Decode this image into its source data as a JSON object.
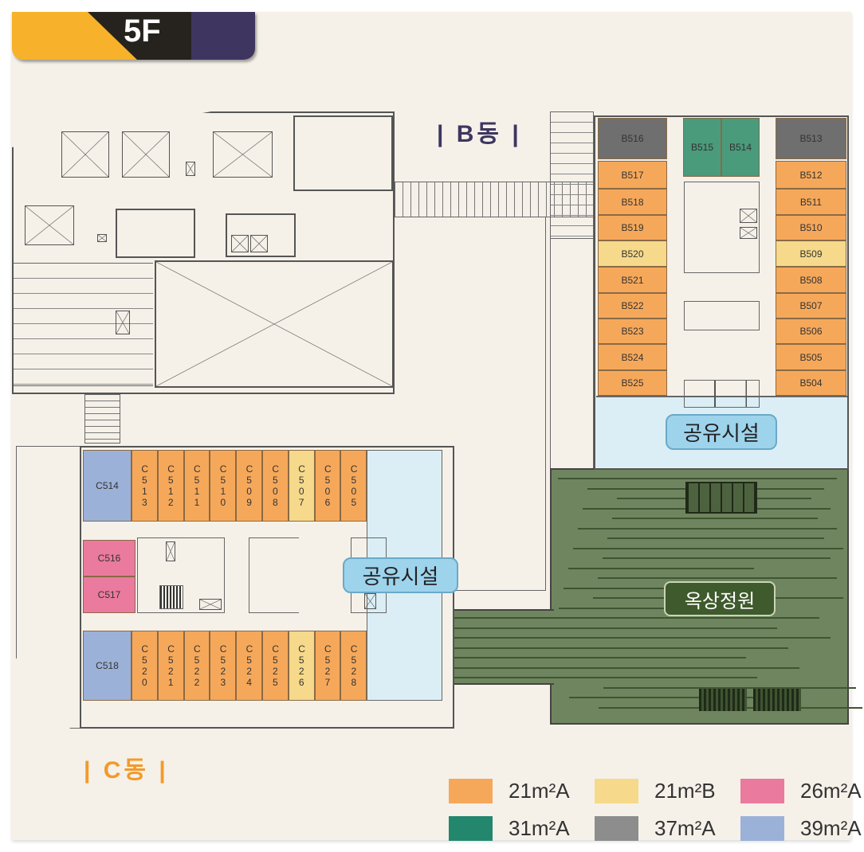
{
  "floor": "5F",
  "wings": {
    "b": "| B동 |",
    "c": "| C동 |"
  },
  "shared_label": "공유시설",
  "garden_label": "옥상정원",
  "legend": [
    {
      "id": "21A",
      "label": "21m²A",
      "color": "#f6a85a"
    },
    {
      "id": "21B",
      "label": "21m²B",
      "color": "#f6d98a"
    },
    {
      "id": "26A",
      "label": "26m²A",
      "color": "#ea7a9e"
    },
    {
      "id": "31A",
      "label": "31m²A",
      "color": "#23876d"
    },
    {
      "id": "37A",
      "label": "37m²A",
      "color": "#8c8d8c"
    },
    {
      "id": "39A",
      "label": "39m²A",
      "color": "#9cb1d8"
    }
  ],
  "room_colors": {
    "21A": "#f6a85a",
    "21B": "#f6d98a",
    "26A": "#ea7a9e",
    "31A": "#4a9a7c",
    "37A": "#6f6f6f",
    "39A": "#9cb1d8"
  },
  "b_wing": {
    "top": [
      {
        "name": "B516",
        "type": "37A"
      },
      {
        "name": "B515",
        "type": "31A"
      },
      {
        "name": "B514",
        "type": "31A"
      },
      {
        "name": "B513",
        "type": "37A"
      }
    ],
    "left": [
      {
        "name": "B517",
        "type": "21A"
      },
      {
        "name": "B518",
        "type": "21A"
      },
      {
        "name": "B519",
        "type": "21A"
      },
      {
        "name": "B520",
        "type": "21B"
      },
      {
        "name": "B521",
        "type": "21A"
      },
      {
        "name": "B522",
        "type": "21A"
      },
      {
        "name": "B523",
        "type": "21A"
      },
      {
        "name": "B524",
        "type": "21A"
      },
      {
        "name": "B525",
        "type": "21A"
      }
    ],
    "right": [
      {
        "name": "B512",
        "type": "21A"
      },
      {
        "name": "B511",
        "type": "21A"
      },
      {
        "name": "B510",
        "type": "21A"
      },
      {
        "name": "B509",
        "type": "21B"
      },
      {
        "name": "B508",
        "type": "21A"
      },
      {
        "name": "B507",
        "type": "21A"
      },
      {
        "name": "B506",
        "type": "21A"
      },
      {
        "name": "B505",
        "type": "21A"
      },
      {
        "name": "B504",
        "type": "21A"
      }
    ]
  },
  "c_wing": {
    "top_end": {
      "name": "C514",
      "type": "39A"
    },
    "top": [
      {
        "name": "C513",
        "type": "21A"
      },
      {
        "name": "C512",
        "type": "21A"
      },
      {
        "name": "C511",
        "type": "21A"
      },
      {
        "name": "C510",
        "type": "21A"
      },
      {
        "name": "C509",
        "type": "21A"
      },
      {
        "name": "C508",
        "type": "21A"
      },
      {
        "name": "C507",
        "type": "21B"
      },
      {
        "name": "C506",
        "type": "21A"
      },
      {
        "name": "C505",
        "type": "21A"
      }
    ],
    "middle": [
      {
        "name": "C516",
        "type": "26A"
      },
      {
        "name": "C517",
        "type": "26A"
      }
    ],
    "bottom_end": {
      "name": "C518",
      "type": "39A"
    },
    "bottom": [
      {
        "name": "C520",
        "type": "21A"
      },
      {
        "name": "C521",
        "type": "21A"
      },
      {
        "name": "C522",
        "type": "21A"
      },
      {
        "name": "C523",
        "type": "21A"
      },
      {
        "name": "C524",
        "type": "21A"
      },
      {
        "name": "C525",
        "type": "21A"
      },
      {
        "name": "C526",
        "type": "21B"
      },
      {
        "name": "C527",
        "type": "21A"
      },
      {
        "name": "C528",
        "type": "21A"
      }
    ]
  }
}
